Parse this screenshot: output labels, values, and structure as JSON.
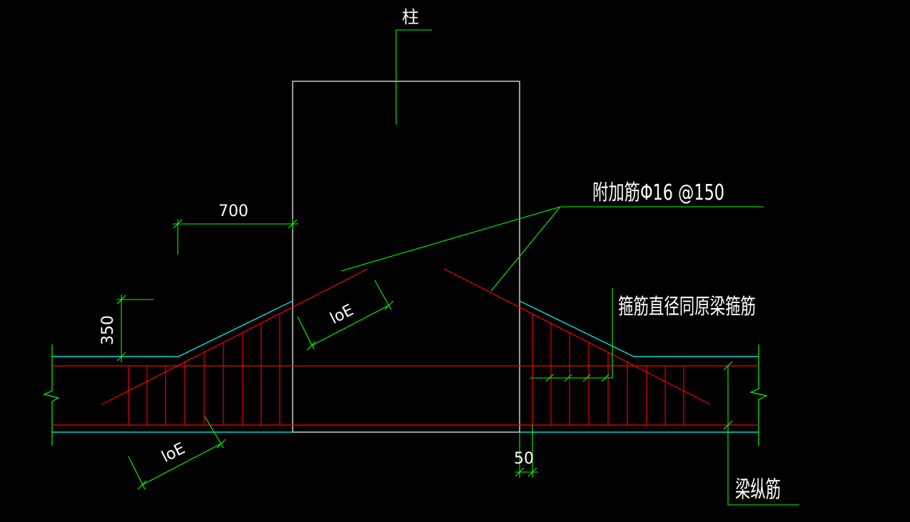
{
  "labels": {
    "column": "柱",
    "additional_bar": "附加筋Φ16 @150",
    "stirrup": "箍筋直径同原梁箍筋",
    "longitudinal": "梁纵筋",
    "dim_700": "700",
    "dim_350": "350",
    "dim_50": "50",
    "loe_upper": "loE",
    "loe_lower": "loE"
  },
  "colors": {
    "background": "#000000",
    "column_outline": "#ffffff",
    "beam_outline": "#00ffff",
    "rebar": "#ff0000",
    "dimension": "#00ff00",
    "text": "#ffffff"
  }
}
